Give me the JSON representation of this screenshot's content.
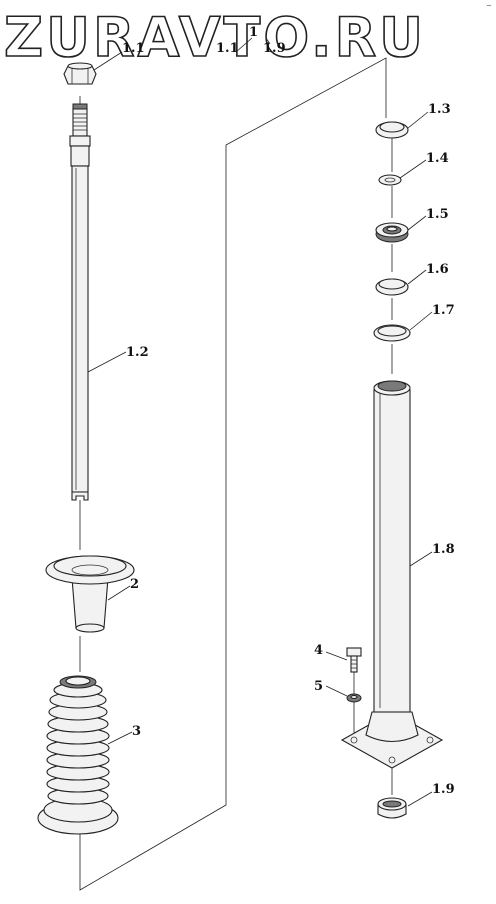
{
  "watermark": "ZURAVTO.RU",
  "corner_mark": "~",
  "labels": {
    "l1": "1",
    "l1_1_left": "1.1",
    "l1_1_mid": "1.1",
    "l1_9_top": "1.9",
    "l1_2": "1.2",
    "l1_3": "1.3",
    "l1_4": "1.4",
    "l1_5": "1.5",
    "l1_6": "1.6",
    "l1_7": "1.7",
    "l1_8": "1.8",
    "l1_9": "1.9",
    "l2": "2",
    "l3": "3",
    "l4": "4",
    "l5": "5"
  }
}
